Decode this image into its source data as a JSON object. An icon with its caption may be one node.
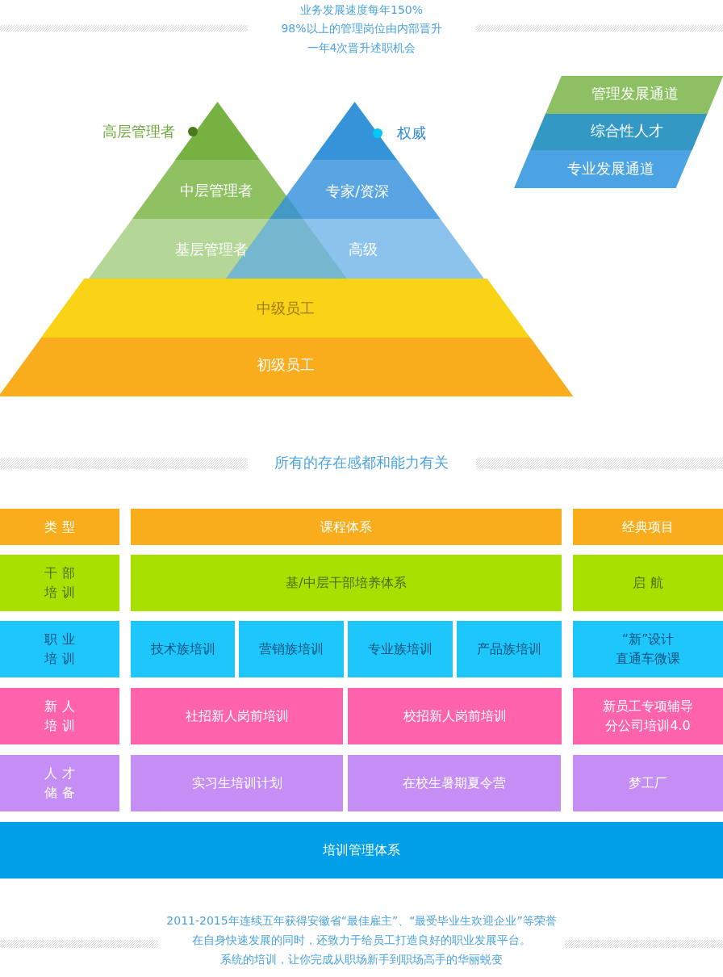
{
  "diagram": {
    "title": "所有的存在感都和能力有关",
    "nodes": [
      {
        "text": [],
        "shape": "triangle",
        "beside": [
          "高层管理者"
        ]
      },
      {
        "text": [
          "中层管理者"
        ]
      },
      {
        "text": [
          "基层管理者"
        ]
      },
      {
        "text": [],
        "shape": "triangle",
        "beside": [
          "权威"
        ]
      },
      {
        "text": [
          "专家/资深"
        ]
      },
      {
        "text": [
          "高级"
        ]
      },
      {
        "text": [
          "中级员工"
        ]
      },
      {
        "text": [
          "初级员工"
        ]
      },
      {
        "text": [
          "管理发展通道"
        ]
      },
      {
        "text": [
          "综合性人才"
        ]
      },
      {
        "text": [
          "专业发展通道"
        ]
      },
      {
        "text": [
          "类型"
        ]
      },
      {
        "text": [
          "课程体系"
        ]
      },
      {
        "text": [
          "经典项目"
        ]
      },
      {
        "text": [
          "干部培训"
        ]
      },
      {
        "text": [
          "基/中层干部培养体系"
        ]
      },
      {
        "text": [
          "启航"
        ]
      },
      {
        "text": [
          "职业培训"
        ]
      },
      {
        "text": [
          "技术族培训"
        ]
      },
      {
        "text": [
          "营销族培训"
        ]
      },
      {
        "text": [
          "专业族培训"
        ]
      },
      {
        "text": [
          "产品族培训"
        ]
      },
      {
        "text": [
          "“新”设计直通车微课"
        ]
      },
      {
        "text": [
          "新人培训"
        ]
      },
      {
        "text": [
          "社招新人岗前培训"
        ]
      },
      {
        "text": [
          "校招新人岗前培训"
        ]
      },
      {
        "text": [
          "新员工专项辅导分公司培训4.0"
        ]
      },
      {
        "text": [
          "人才储备"
        ]
      },
      {
        "text": [
          "实习生培训计划"
        ]
      },
      {
        "text": [
          "在校生暑期夏令营"
        ]
      },
      {
        "text": [
          "梦工厂"
        ]
      },
      {
        "text": [
          "培训管理体系"
        ]
      }
    ],
    "labels": [
      "业务发展速度每年150%",
      "98%以上的管理岗位由内部晋升",
      "一年4次晋升述职机会",
      "2011-2015年连续五年获得安徽省“最佳雇主”、“最受毕业生欢迎企业”等荣誉",
      "在自身快速发展的同时，还致力于给员工打造良好的职业发展平台。",
      "系统的培训，让你完成从职场新手到职场高手的华丽蜕变"
    ]
  }
}
